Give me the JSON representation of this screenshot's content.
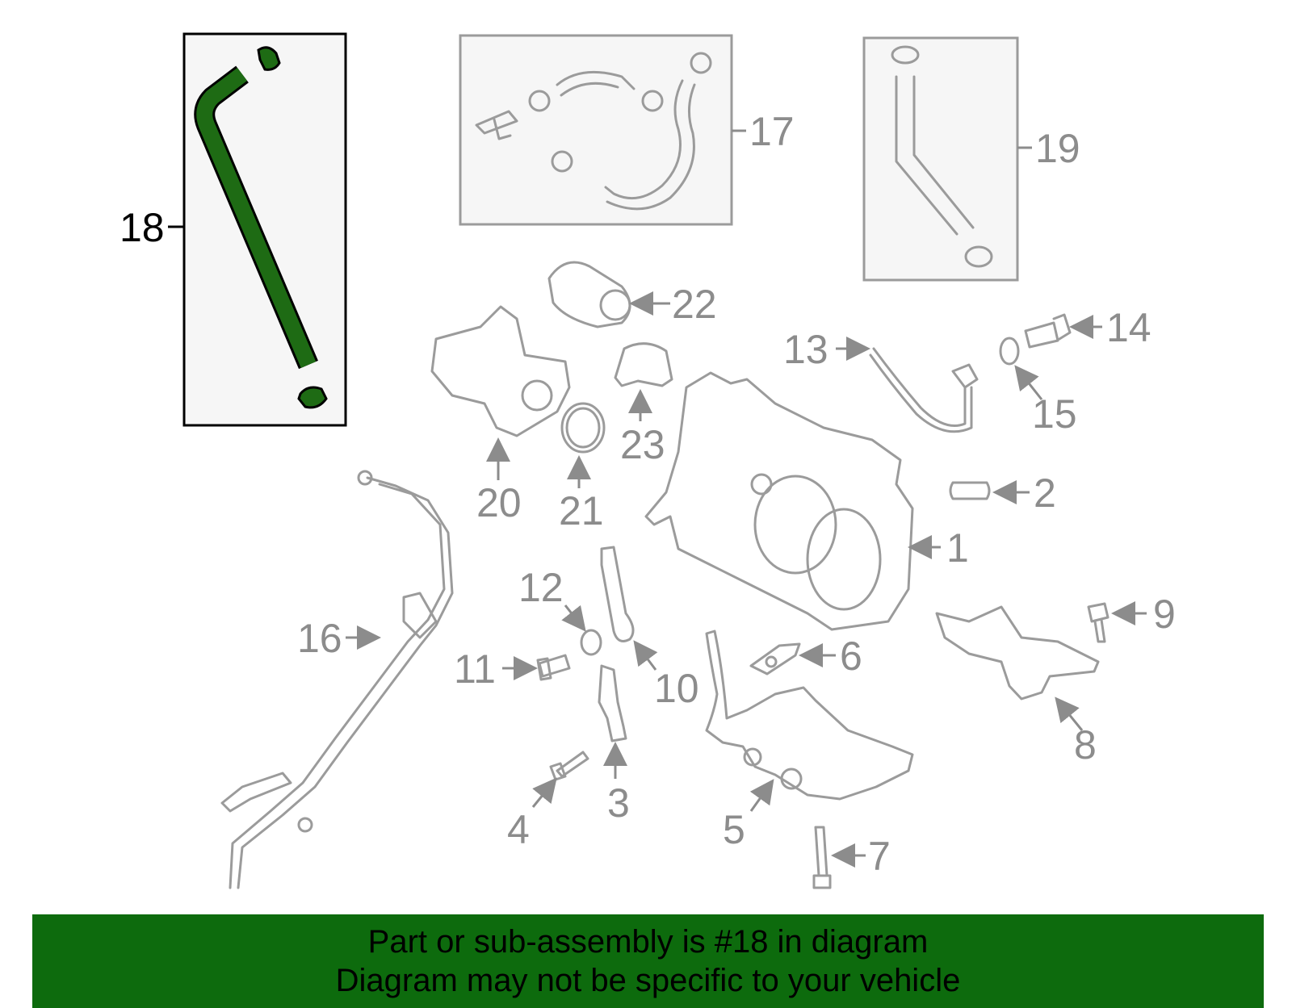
{
  "highlight_color": "#1e6b14",
  "banner_color": "#0d6b0d",
  "callouts": {
    "c1": "1",
    "c2": "2",
    "c3": "3",
    "c4": "4",
    "c5": "5",
    "c6": "6",
    "c7": "7",
    "c8": "8",
    "c9": "9",
    "c10": "10",
    "c11": "11",
    "c12": "12",
    "c13": "13",
    "c14": "14",
    "c15": "15",
    "c16": "16",
    "c17": "17",
    "c18": "18",
    "c19": "19",
    "c20": "20",
    "c21": "21",
    "c22": "22",
    "c23": "23"
  },
  "banner": {
    "line1": "Part or sub-assembly is #18 in diagram",
    "line2": "Diagram may not be specific to your vehicle"
  }
}
